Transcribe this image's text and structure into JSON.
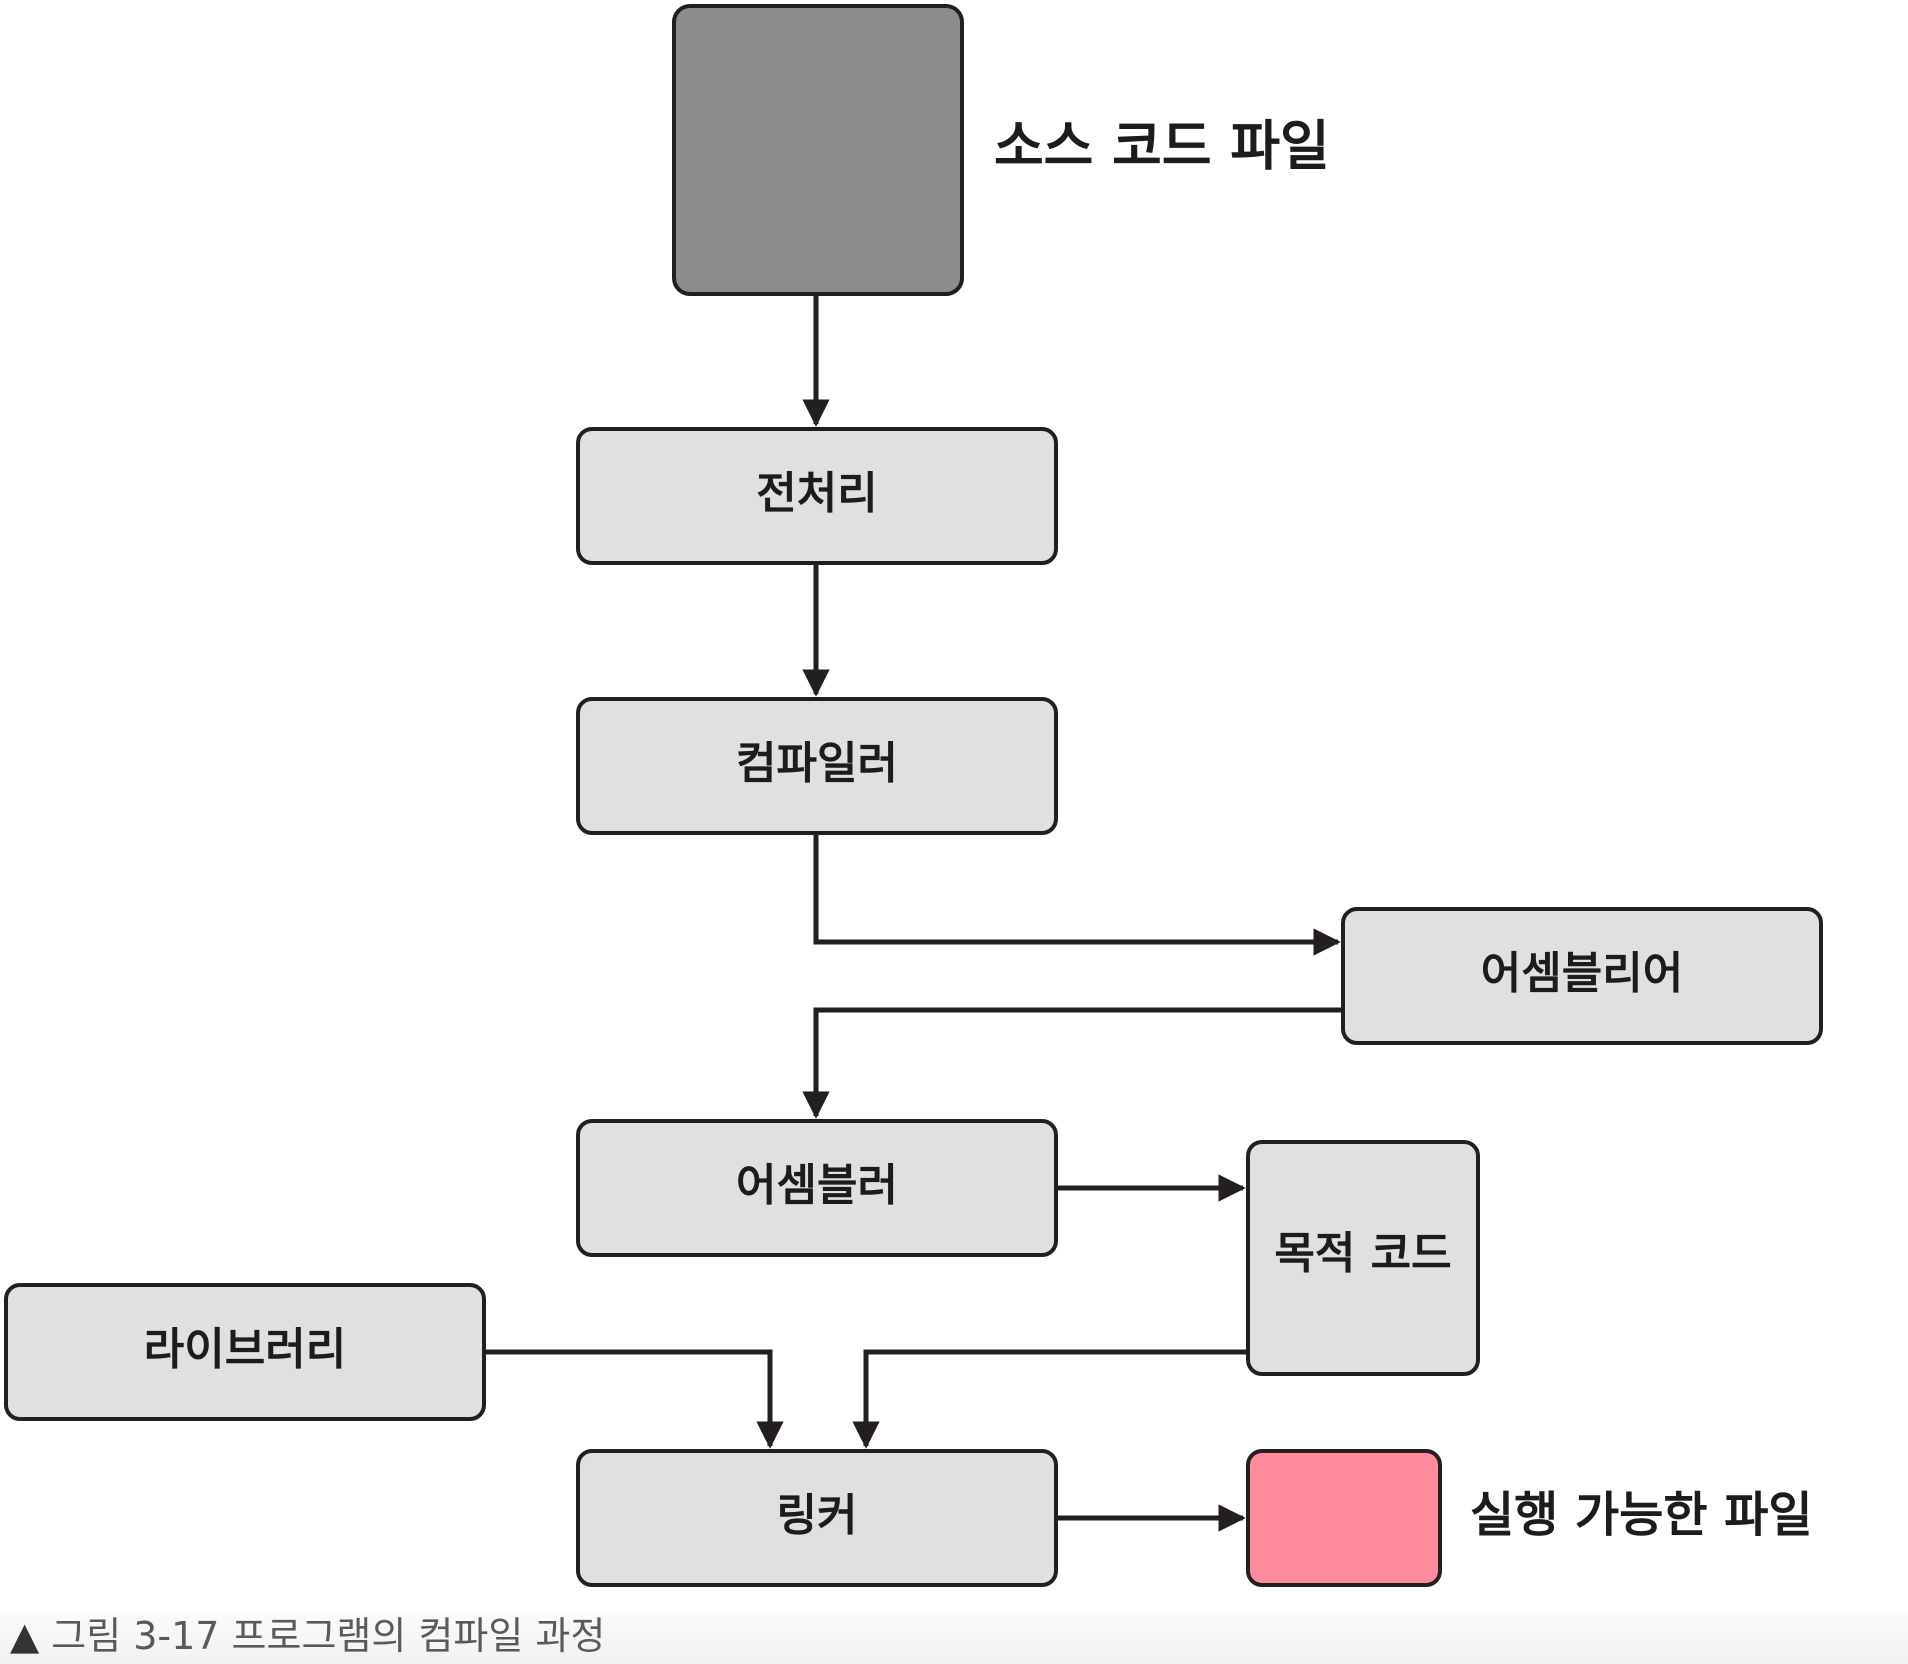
{
  "diagram": {
    "nodes": {
      "source": {
        "label": "소스 코드 파일",
        "color": "#8c8c8c"
      },
      "preprocessor": {
        "label": "전처리"
      },
      "compiler": {
        "label": "컴파일러"
      },
      "assembly_language": {
        "label": "어셈블리어"
      },
      "assembler": {
        "label": "어셈블러"
      },
      "object_code": {
        "label": "목적 코드"
      },
      "library": {
        "label": "라이브러리"
      },
      "linker": {
        "label": "링커"
      },
      "executable": {
        "label": "실행 가능한 파일",
        "color": "#ff8a9b"
      }
    },
    "edges": [
      {
        "from": "source",
        "to": "preprocessor"
      },
      {
        "from": "preprocessor",
        "to": "compiler"
      },
      {
        "from": "compiler",
        "to": "assembly_language"
      },
      {
        "from": "assembly_language",
        "to": "assembler"
      },
      {
        "from": "assembler",
        "to": "object_code"
      },
      {
        "from": "library",
        "to": "linker"
      },
      {
        "from": "object_code",
        "to": "linker"
      },
      {
        "from": "linker",
        "to": "executable"
      }
    ],
    "box_fill": "#e0e0e0",
    "line_color": "#231f20"
  },
  "caption": {
    "marker": "▲",
    "text": "그림 3-17 프로그램의 컴파일 과정"
  }
}
